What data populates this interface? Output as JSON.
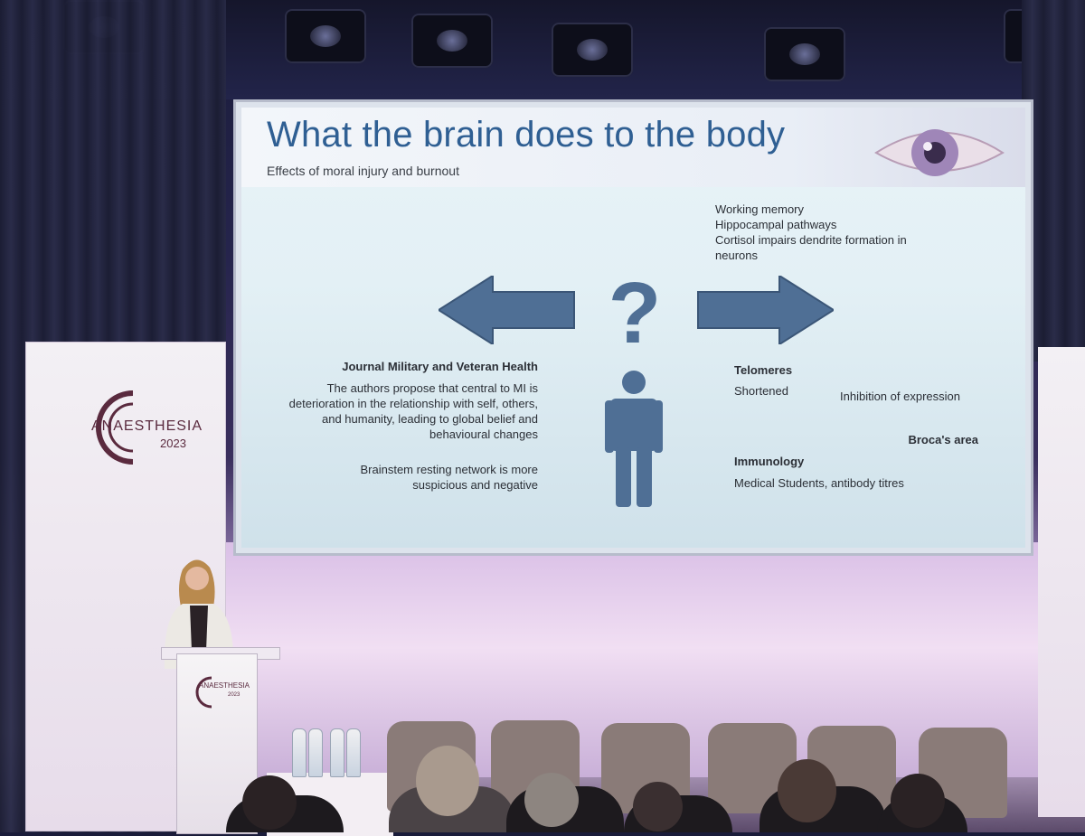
{
  "slide": {
    "title": "What the brain does to the body",
    "subtitle": "Effects of moral injury and burnout",
    "top_right_lines": [
      "Working memory",
      "Hippocampal pathways",
      "Cortisol impairs dendrite formation in neurons"
    ],
    "left_heading": "Journal Military and Veteran Health",
    "left_body": "The authors propose that central to MI is deterioration in the relationship with self, others, and humanity, leading to global belief and behavioural changes",
    "left_body_2": "Brainstem resting network is more suspicious and negative",
    "telomeres_heading": "Telomeres",
    "telomeres_body": "Shortened",
    "inhibition": "Inhibition of expression",
    "broca": "Broca's area",
    "immunology_heading": "Immunology",
    "immunology_body": "Medical Students, antibody titres",
    "question_mark": "?"
  },
  "banner": {
    "logo_word": "ANAESTHESIA",
    "logo_year": "2023"
  },
  "colors": {
    "title": "#2f5f93",
    "arrow": "#4f6f95",
    "logo": "#5a2a3e"
  }
}
